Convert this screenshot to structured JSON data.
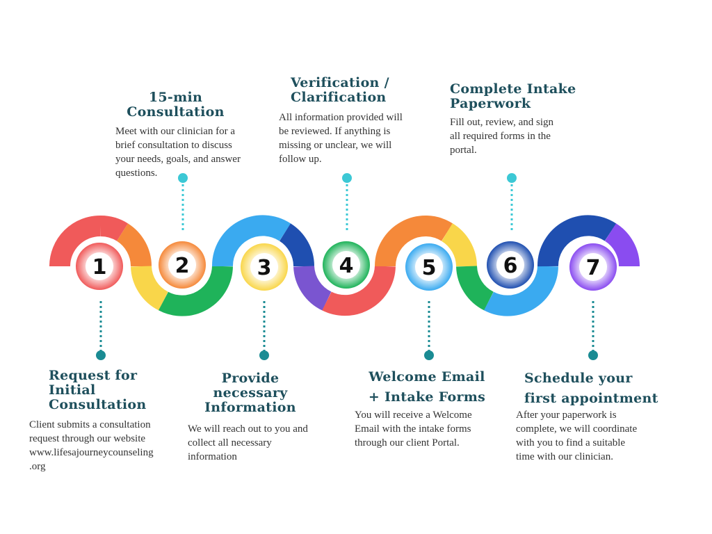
{
  "steps": [
    {
      "number": "1",
      "title": "Request for\nInitial\nConsultation",
      "description": "Client submits a consultation\nrequest through our website\nwww.lifesajourneycounseling\n.org",
      "color": "#f05a5a"
    },
    {
      "number": "2",
      "title": "15-min\nConsultation",
      "description": "Meet with our clinician for a\nbrief consultation to discuss\nyour needs, goals, and answer\nquestions.",
      "color": "#f5893a"
    },
    {
      "number": "3",
      "title": "Provide\nnecessary\nInformation",
      "description": "We will reach out to you and\ncollect all necessary\ninformation",
      "color": "#f9d64a"
    },
    {
      "number": "4",
      "title": "Verification /\nClarification",
      "description": "All information provided will\nbe reviewed. If anything is\nmissing or unclear, we will\nfollow up.",
      "color": "#1fb35a"
    },
    {
      "number": "5",
      "title": "Welcome Email\n+ Intake Forms",
      "description": "You will receive a Welcome\nEmail with the intake forms\nthrough our client Portal.",
      "color": "#3aaaf0"
    },
    {
      "number": "6",
      "title": "Complete Intake\nPaperwork",
      "description": "Fill out, review, and sign\nall required forms in the\nportal.",
      "color": "#1f4fb0"
    },
    {
      "number": "7",
      "title": "Schedule your\nfirst appointment",
      "description": "After your paperwork is\ncomplete, we will coordinate\nwith you to find a suitable\ntime with our clinician.",
      "color": "#8a4cf0"
    }
  ],
  "colors": {
    "title_text": "#1e4f5c",
    "connector": "#1a8b93",
    "connector_light": "#3cc8d5"
  }
}
